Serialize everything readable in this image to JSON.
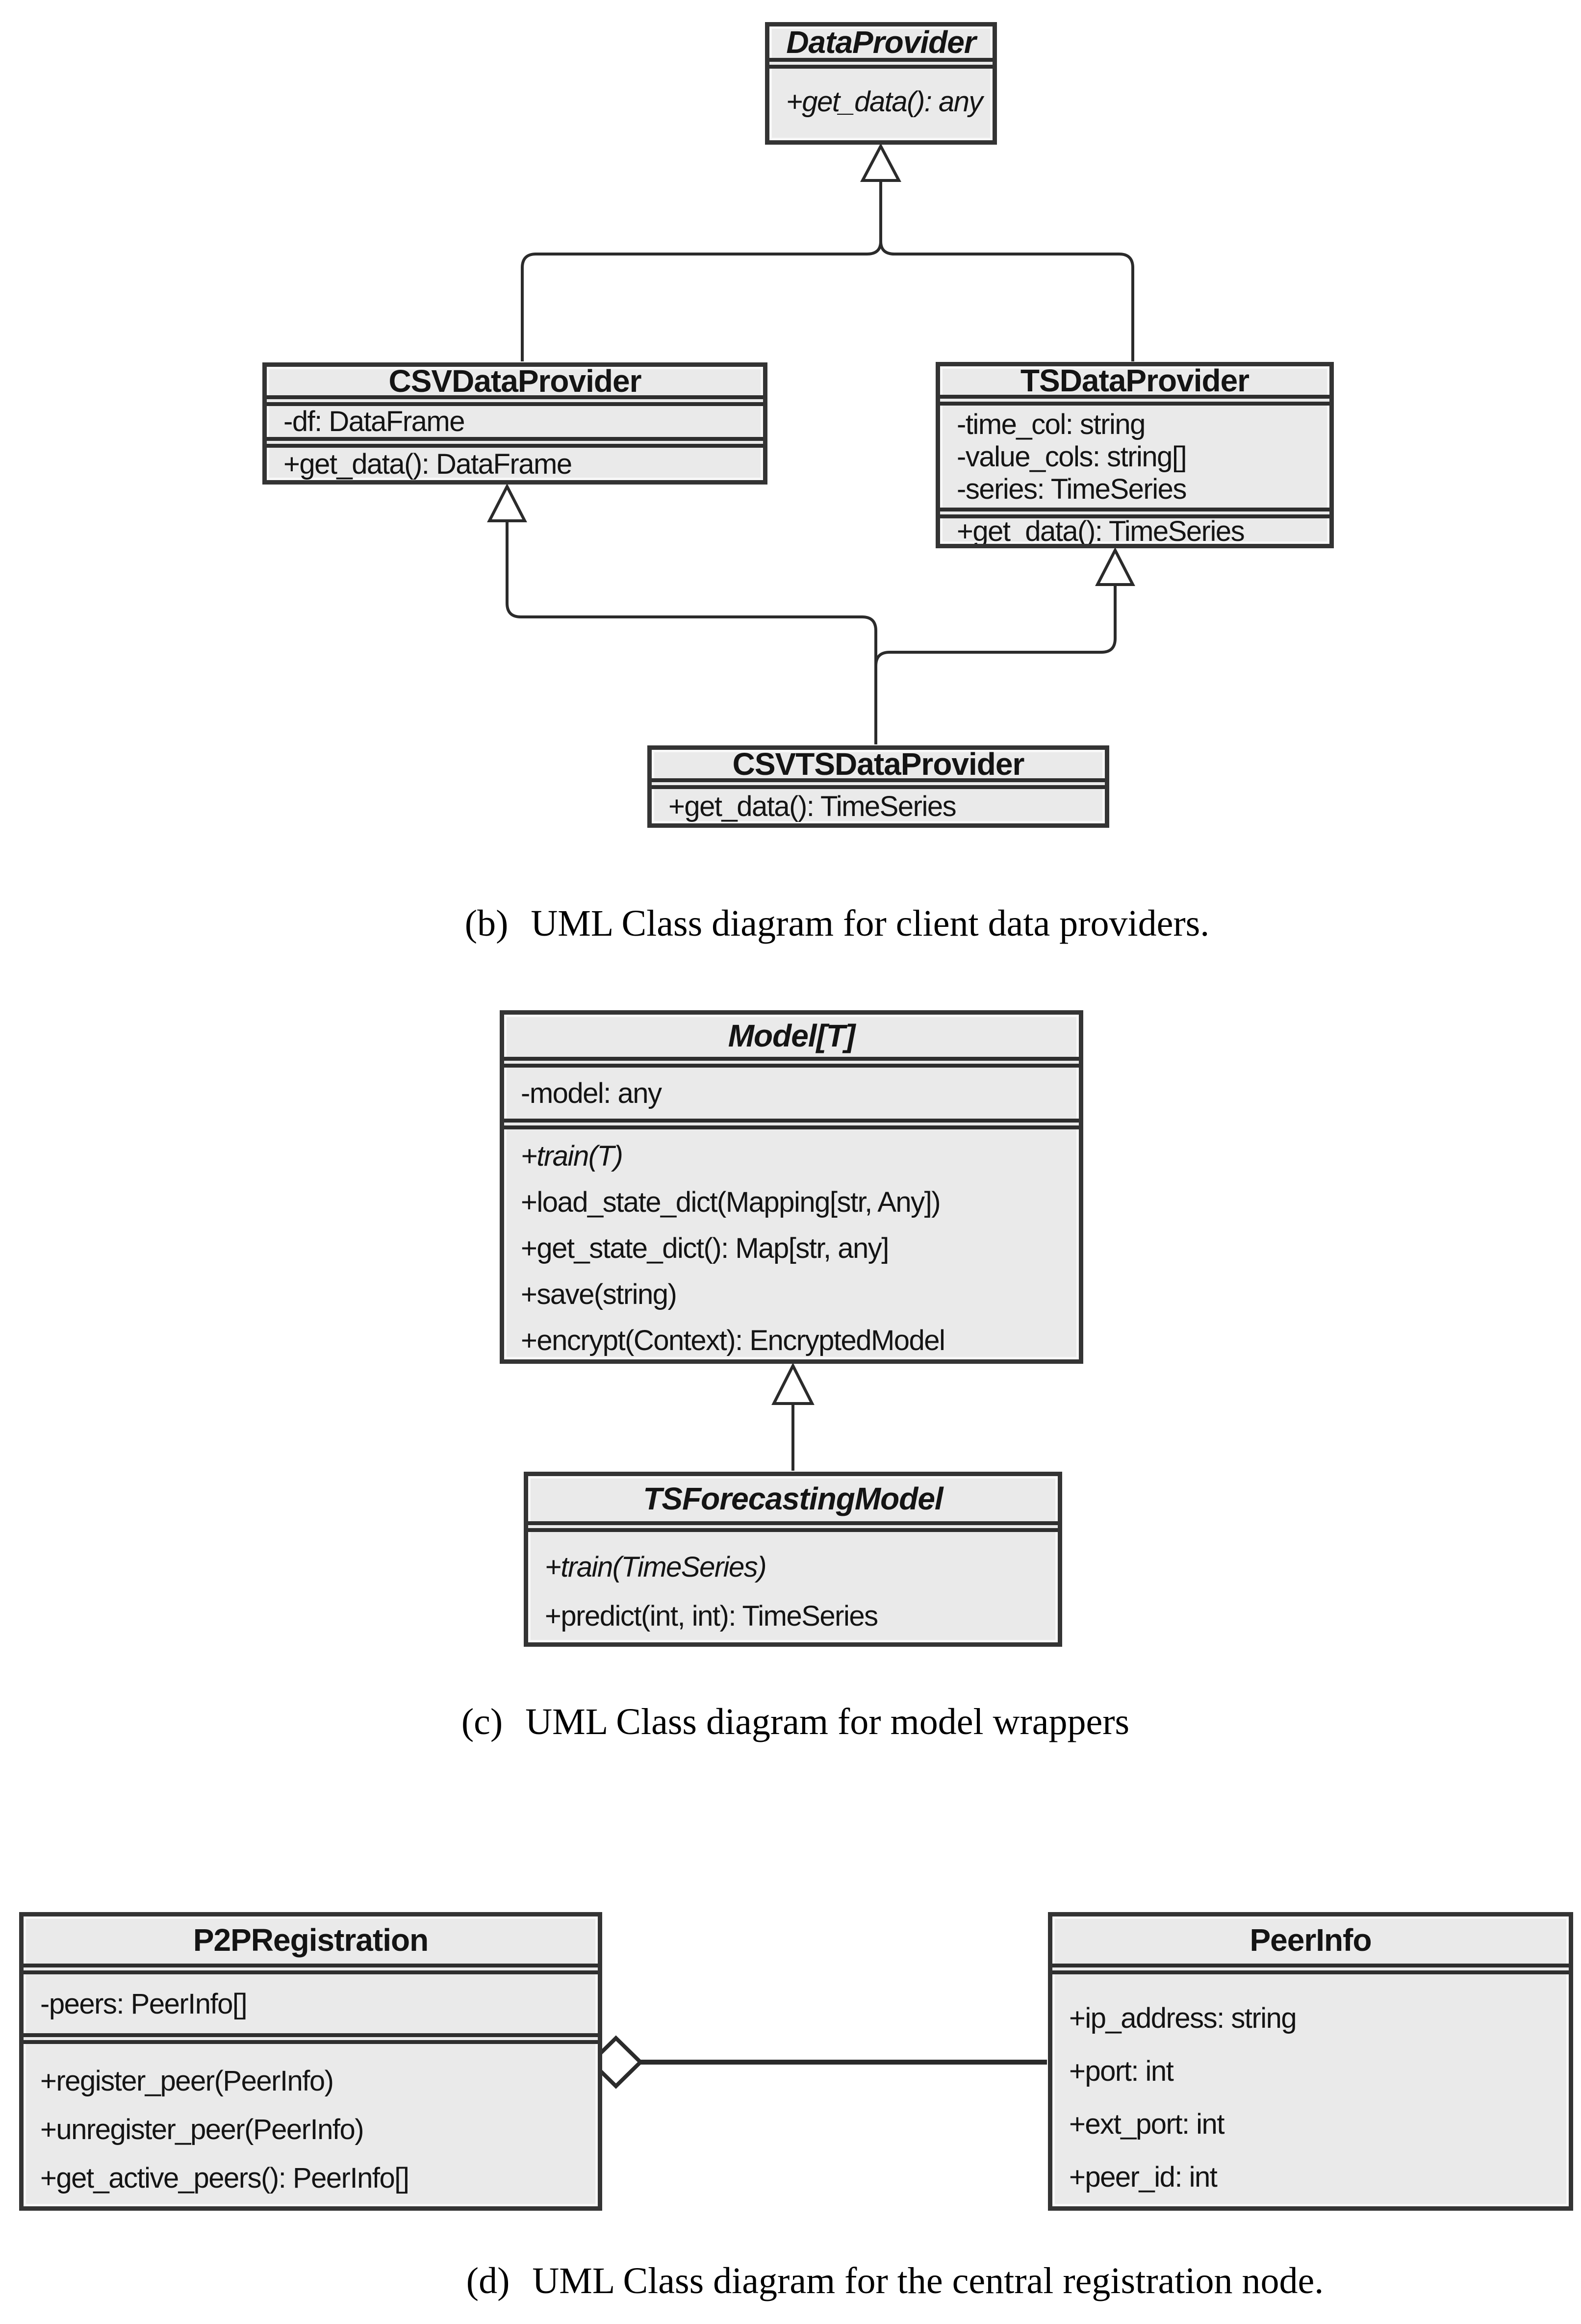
{
  "colors": {
    "background": "#ffffff",
    "box_fill": "#eaeaea",
    "box_border": "#343434",
    "line": "#2b2b2b",
    "text": "#141414"
  },
  "captions": {
    "b": {
      "label": "(b)",
      "text": "UML Class diagram for client data providers."
    },
    "c": {
      "label": "(c)",
      "text": "UML Class diagram for model wrappers"
    },
    "d": {
      "label": "(d)",
      "text": "UML Class diagram for the central registration node."
    }
  },
  "diagrams": {
    "b": {
      "classes": {
        "dataprovider": {
          "title": "DataProvider",
          "methods": [
            "+get_data(): any"
          ]
        },
        "csvdataprovider": {
          "title": "CSVDataProvider",
          "attributes": [
            "-df: DataFrame"
          ],
          "methods": [
            "+get_data(): DataFrame"
          ]
        },
        "tsdataprovider": {
          "title": "TSDataProvider",
          "attributes": [
            "-time_col: string",
            "-value_cols: string[]",
            "-series: TimeSeries"
          ],
          "methods": [
            "+get_data(): TimeSeries"
          ]
        },
        "csvtsdataprovider": {
          "title": "CSVTSDataProvider",
          "methods": [
            "+get_data(): TimeSeries"
          ]
        }
      }
    },
    "c": {
      "classes": {
        "model": {
          "title": "Model[T]",
          "attributes": [
            "-model: any"
          ],
          "methods": [
            "+train(T)",
            "+load_state_dict(Mapping[str, Any])",
            "+get_state_dict(): Map[str, any]",
            "+save(string)",
            "+encrypt(Context): EncryptedModel"
          ]
        },
        "tsforecastingmodel": {
          "title": "TSForecastingModel",
          "methods": [
            "+train(TimeSeries)",
            "+predict(int, int): TimeSeries"
          ]
        }
      }
    },
    "d": {
      "classes": {
        "p2pregistration": {
          "title": "P2PRegistration",
          "attributes": [
            "-peers: PeerInfo[]"
          ],
          "methods": [
            "+register_peer(PeerInfo)",
            "+unregister_peer(PeerInfo)",
            "+get_active_peers(): PeerInfo[]"
          ]
        },
        "peerinfo": {
          "title": "PeerInfo",
          "attributes": [
            "+ip_address: string",
            "+port: int",
            "+ext_port: int",
            "+peer_id: int"
          ]
        }
      }
    }
  }
}
